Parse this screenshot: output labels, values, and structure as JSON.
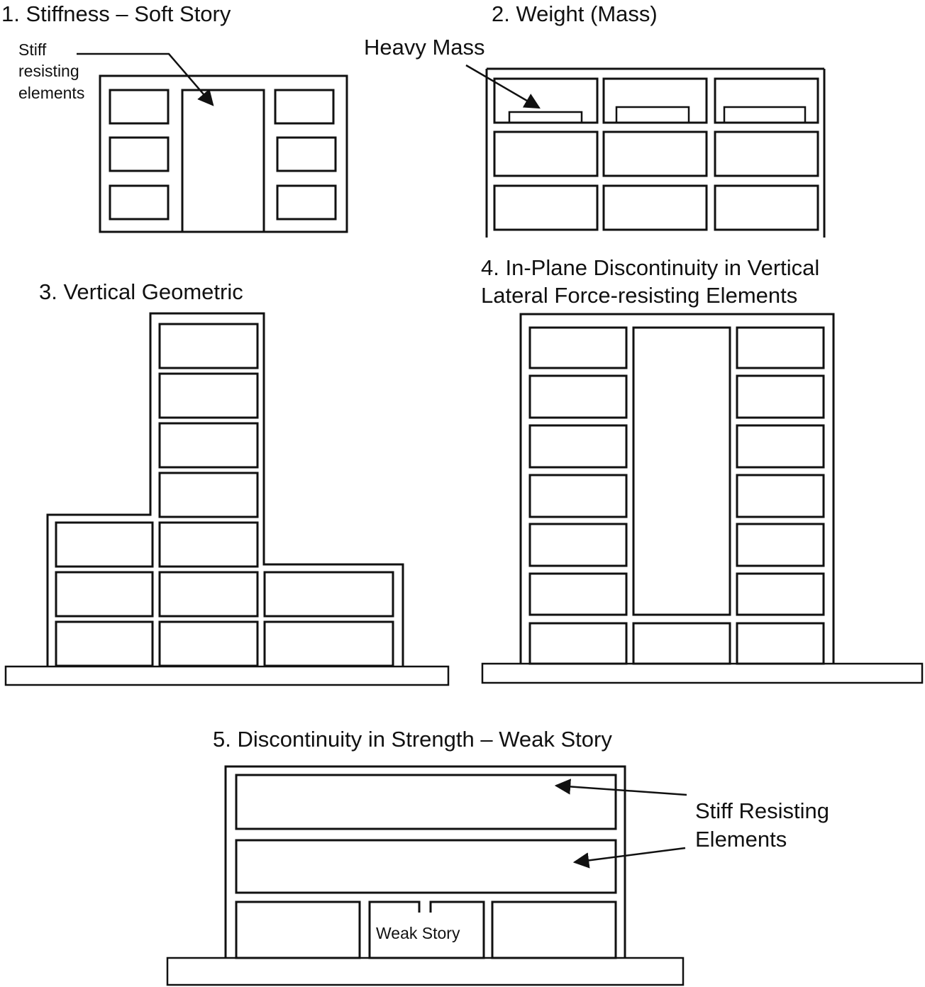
{
  "panels": {
    "p1": {
      "title": "1. Stiffness – Soft Story",
      "callout": [
        "Stiff",
        "resisting",
        "elements"
      ]
    },
    "p2": {
      "title": "2. Weight (Mass)",
      "callout": "Heavy Mass"
    },
    "p3": {
      "title": "3. Vertical Geometric"
    },
    "p4": {
      "title_line1": "4. In-Plane Discontinuity in Vertical",
      "title_line2": "Lateral Force-resisting Elements"
    },
    "p5": {
      "title": "5. Discontinuity in Strength – Weak Story",
      "callout_line1": "Stiff Resisting",
      "callout_line2": "Elements",
      "weak_label": "Weak Story"
    }
  }
}
